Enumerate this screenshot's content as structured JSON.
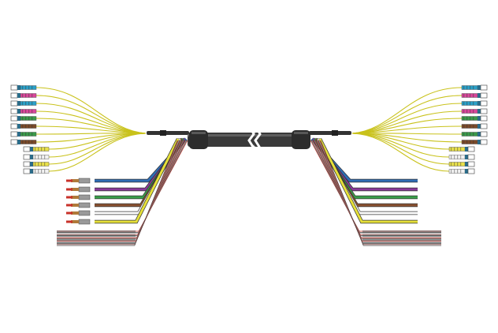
{
  "illustration": {
    "subject": "hybrid-fiber-copper-breakout-cable",
    "colors": {
      "jacket": "#3a3a3a",
      "jacket_highlight": "#6e6e6e",
      "fiber_yellow": "#c9c21c",
      "connector_blue": "#2aa0c8",
      "connector_pink": "#d8479a",
      "connector_green": "#3a9a4a",
      "connector_brown": "#7a4a2a",
      "connector_white": "#f2f2f2",
      "connector_yellow": "#e8e04a",
      "connector_teal": "#2a6c8a",
      "ferrule_gray": "#9a9a9a"
    },
    "copper_leads": [
      {
        "name": "blue-lead",
        "color": "#2f6db5"
      },
      {
        "name": "purple-lead",
        "color": "#8a3a9a"
      },
      {
        "name": "green-lead",
        "color": "#3aa04a"
      },
      {
        "name": "brown-lead",
        "color": "#8a5230"
      },
      {
        "name": "white-lead",
        "color": "#ffffff"
      },
      {
        "name": "yellow-lead",
        "color": "#e6e03a"
      }
    ],
    "fiber_connector_colors_left": [
      "#2aa0c8",
      "#d8479a",
      "#2aa0c8",
      "#d8479a",
      "#3a9a4a",
      "#7a4a2a",
      "#3a9a4a",
      "#7a4a2a",
      "#e8e04a",
      "#f2f2f2",
      "#e8e04a",
      "#f2f2f2"
    ],
    "fiber_connector_colors_right": [
      "#2aa0c8",
      "#d8479a",
      "#2aa0c8",
      "#d8479a",
      "#3a9a4a",
      "#7a4a2a",
      "#3a9a4a",
      "#7a4a2a",
      "#e8e04a",
      "#f2f2f2",
      "#e8e04a",
      "#f2f2f2"
    ]
  }
}
